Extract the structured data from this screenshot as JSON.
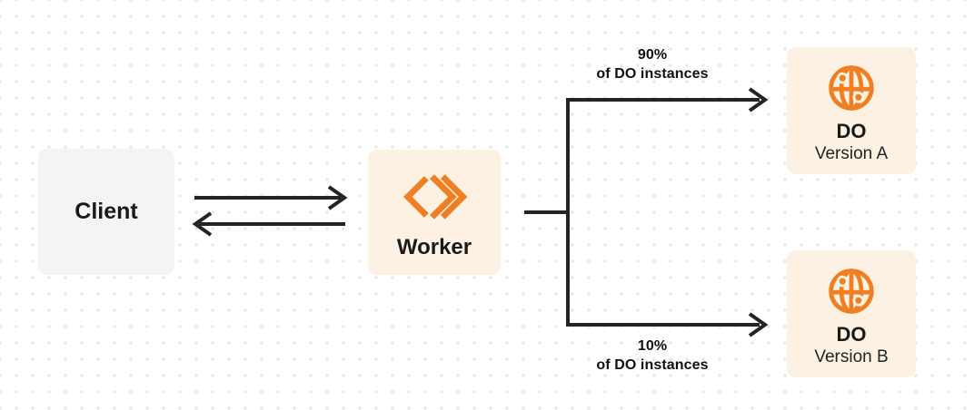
{
  "nodes": {
    "client": {
      "label": "Client"
    },
    "worker": {
      "label": "Worker",
      "icon": "code-chevrons-icon"
    },
    "do_version_a": {
      "title": "DO",
      "subtitle": "Version A",
      "icon": "globe-icon"
    },
    "do_version_b": {
      "title": "DO",
      "subtitle": "Version B",
      "icon": "globe-icon"
    }
  },
  "edges": {
    "client_worker": {
      "type": "bidirectional-arrows"
    },
    "top_branch": {
      "percent": "90%",
      "caption": "of DO instances"
    },
    "bottom_branch": {
      "percent": "10%",
      "caption": "of DO instances"
    }
  },
  "colors": {
    "orange": "#F07E22",
    "cream": "#FCF1E2",
    "client_gray": "#F4F4F5",
    "line": "#242424",
    "text": "#1A1A1A",
    "dot": "#E6E6E6",
    "canvas": "#FFFFFF"
  }
}
